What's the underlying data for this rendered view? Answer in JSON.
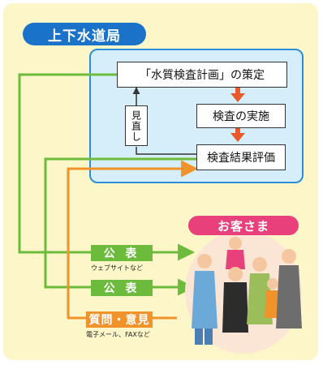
{
  "header": {
    "title": "上下水道局"
  },
  "cycle": {
    "steps": [
      "「水質検査計画」の策定",
      "検査の実施",
      "検査結果評価"
    ],
    "review_label": "見直し"
  },
  "flows": [
    {
      "label": "公 表",
      "caption": "ウェブサイトなど",
      "color": "#6cbb3c"
    },
    {
      "label": "公 表",
      "caption": "",
      "color": "#6cbb3c"
    },
    {
      "label": "質問・意見",
      "caption": "電子メール、FAXなど",
      "color": "#f0932b"
    }
  ],
  "audience": {
    "label": "お客さま"
  },
  "colors": {
    "background": "#fdf6c8",
    "header_badge": "#1a73c8",
    "cycle_box": "#d6eefa",
    "down_arrow": "#e85a2a",
    "customer_badge": "#e8407a"
  }
}
